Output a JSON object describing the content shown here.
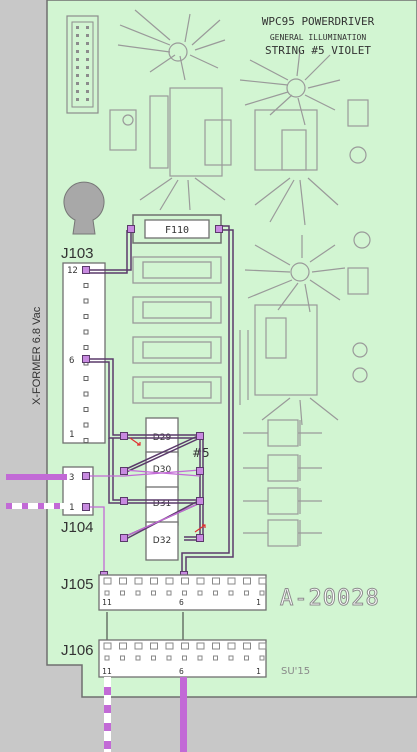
{
  "title": {
    "line1": "WPC95 POWERDRIVER",
    "line2": "GENERAL ILLUMINATION",
    "line3": "STRING #5 VIOLET"
  },
  "connectors": {
    "j103": {
      "name": "J103",
      "pin_top": "12",
      "pin_mid": "6",
      "pin_bottom": "1"
    },
    "j104": {
      "name": "J104",
      "pin_top": "3",
      "pin_bottom": "1"
    },
    "j105": {
      "name": "J105",
      "pin_left": "11",
      "pin_mid": "6",
      "pin_right": "1"
    },
    "j106": {
      "name": "J106",
      "pin_left": "11",
      "pin_mid": "6",
      "pin_right": "1"
    }
  },
  "transformer_label": "X-FORMER 6.8 Vac",
  "fuse_label": "F110",
  "diodes": [
    "D29",
    "D30",
    "D31",
    "D32"
  ],
  "bridge_label": "#5",
  "board_number": "A-20028",
  "signature": "SU'15",
  "colors": {
    "board": "#d2f5d2",
    "background": "#c8c8c8",
    "trace": "#5a3a6a",
    "violet": "#c26ad6",
    "pad": "#c88ae0",
    "red": "#e03030",
    "outline": "#8c8c8c"
  }
}
